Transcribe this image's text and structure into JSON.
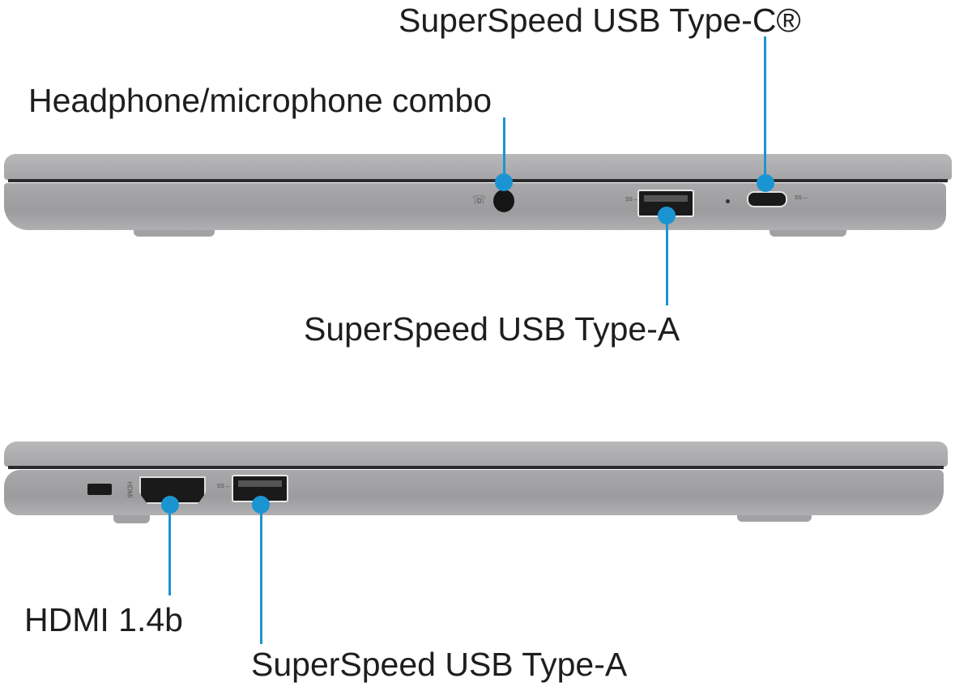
{
  "callouts": {
    "usb_c": "SuperSpeed USB Type-C®",
    "headphone": "Headphone/microphone combo",
    "usb_a_top": "SuperSpeed USB Type-A",
    "hdmi": "HDMI 1.4b",
    "usb_a_bottom": "SuperSpeed USB Type-A"
  },
  "colors": {
    "callout": "#1b95d2",
    "chassis": "#a8a8aa"
  }
}
